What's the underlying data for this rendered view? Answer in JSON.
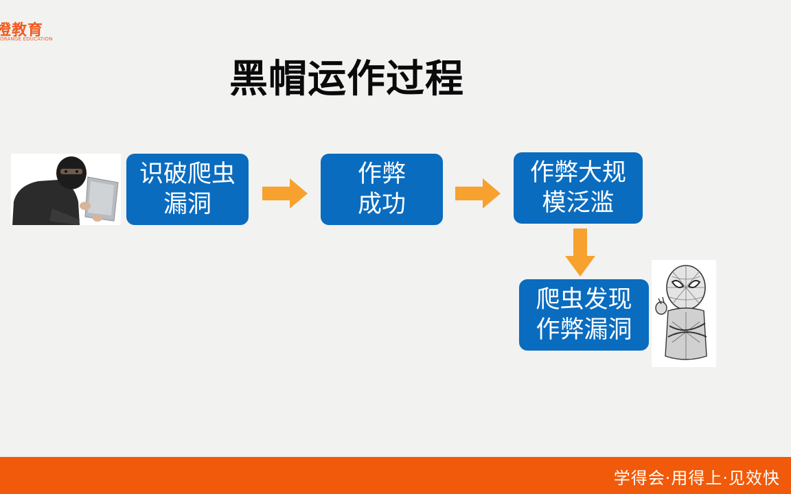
{
  "logo": {
    "name": "橙教育",
    "subtitle": "ORANGE EDUCATION"
  },
  "title": "黑帽运作过程",
  "flow": {
    "step1": {
      "line1": "识破爬虫",
      "line2": "漏洞"
    },
    "step2": {
      "line1": "作弊",
      "line2": "成功"
    },
    "step3": {
      "line1": "作弊大规",
      "line2": "模泛滥"
    },
    "step4": {
      "line1": "爬虫发现",
      "line2": "作弊漏洞"
    }
  },
  "colors": {
    "box": "#0a6cbf",
    "arrow": "#f7a12f",
    "footer": "#f05a0a"
  },
  "icons": {
    "hacker": "hacker-laptop-image",
    "spider": "spiderman-sketch-image"
  },
  "footer": {
    "slogan": "学得会·用得上·见效快"
  }
}
